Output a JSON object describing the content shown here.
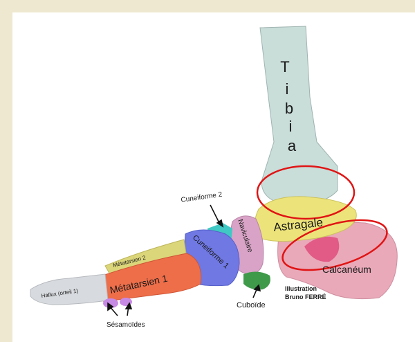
{
  "labels": {
    "tibia": [
      "T",
      "i",
      "b",
      "i",
      "a"
    ],
    "astragale": "Astragale",
    "calcaneum": "Calcanéum",
    "cuneiforme2": "Cuneiforme 2",
    "naviculaire": "Naviculaire",
    "cuneiforme1": "Cuneiforme 1",
    "metatarsien2": "Métatarsien 2",
    "metatarsien1": "Métatarsien 1",
    "hallux": "Hallux (orteil 1)",
    "cuboide": "Cuboïde",
    "sesamoides": "Sésamoïdes",
    "credit_line1": "Illustration",
    "credit_line2": "Bruno FERRÉ"
  },
  "colors": {
    "border": "#efe8d0",
    "background": "#ffffff",
    "tibia": "#c9ddd9",
    "astragale": "#ece47a",
    "calcaneum": "#e9a9b9",
    "calcaneum_inner": "#e25a86",
    "naviculaire": "#d8a3c6",
    "cuneiforme1": "#6f78e3",
    "cuneiforme2": "#3fc8c4",
    "cuboide": "#3f9a4a",
    "metatarsien1": "#ee6e4a",
    "metatarsien2": "#dcd67a",
    "phalanges": "#d7dade",
    "sesamoides": "#c78ae4",
    "highlight": "#e01414"
  }
}
